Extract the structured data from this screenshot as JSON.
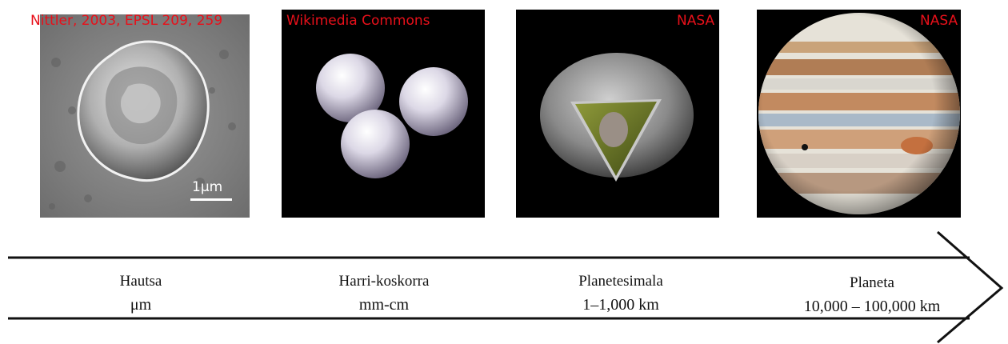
{
  "panels": [
    {
      "name": "dust-grain",
      "credit": "Nittler, 2003, EPSL 209, 259",
      "scale_label": "1μm"
    },
    {
      "name": "pebbles",
      "credit": "Wikimedia Commons"
    },
    {
      "name": "planetesimal",
      "credit": "NASA"
    },
    {
      "name": "planet",
      "credit": "NASA"
    }
  ],
  "stages": [
    {
      "name": "Hautsa",
      "size": "μm"
    },
    {
      "name": "Harri-koskorra",
      "size": "mm-cm"
    },
    {
      "name": "Planetesimala",
      "size": "1–1,000 km"
    },
    {
      "name": "Planeta",
      "size": "10,000 – 100,000 km"
    }
  ],
  "colors": {
    "credit": "#e8101a",
    "arrow": "#111111",
    "panel_bg": "#000000"
  }
}
